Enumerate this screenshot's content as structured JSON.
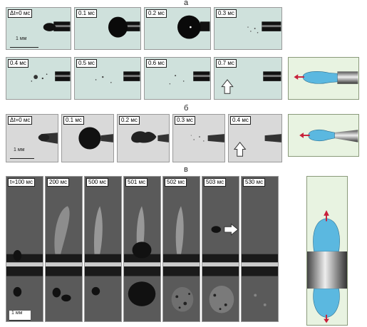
{
  "sections": {
    "a": "а",
    "b": "б",
    "c": "в"
  },
  "row_a1": [
    "Δt=0 мс",
    "0.1 мс",
    "0.2 мс",
    "0.3 мс"
  ],
  "row_a2": [
    "0.4 мс",
    "0.5 мс",
    "0.6 мс",
    "0.7 мс"
  ],
  "row_b": [
    "Δt=0 мс",
    "0.1 мс",
    "0.2 мс",
    "0.3 мс",
    "0.4 мс"
  ],
  "row_c": [
    "t=100 мс",
    "200 мс",
    "500 мс",
    "501 мс",
    "502 мс",
    "503 мс",
    "530 мс"
  ],
  "scale_label": "1 мм",
  "colors": {
    "frame_a": "#cfe1dc",
    "frame_b": "#d9d9d9",
    "frame_c": "#5a5a5a",
    "drop": "#5bb8e0",
    "arrow": "#c8203a",
    "panel": "#e8f3e1"
  },
  "icons": [
    "arrow-up-icon",
    "arrow-right-icon",
    "arrow-left-icon"
  ]
}
